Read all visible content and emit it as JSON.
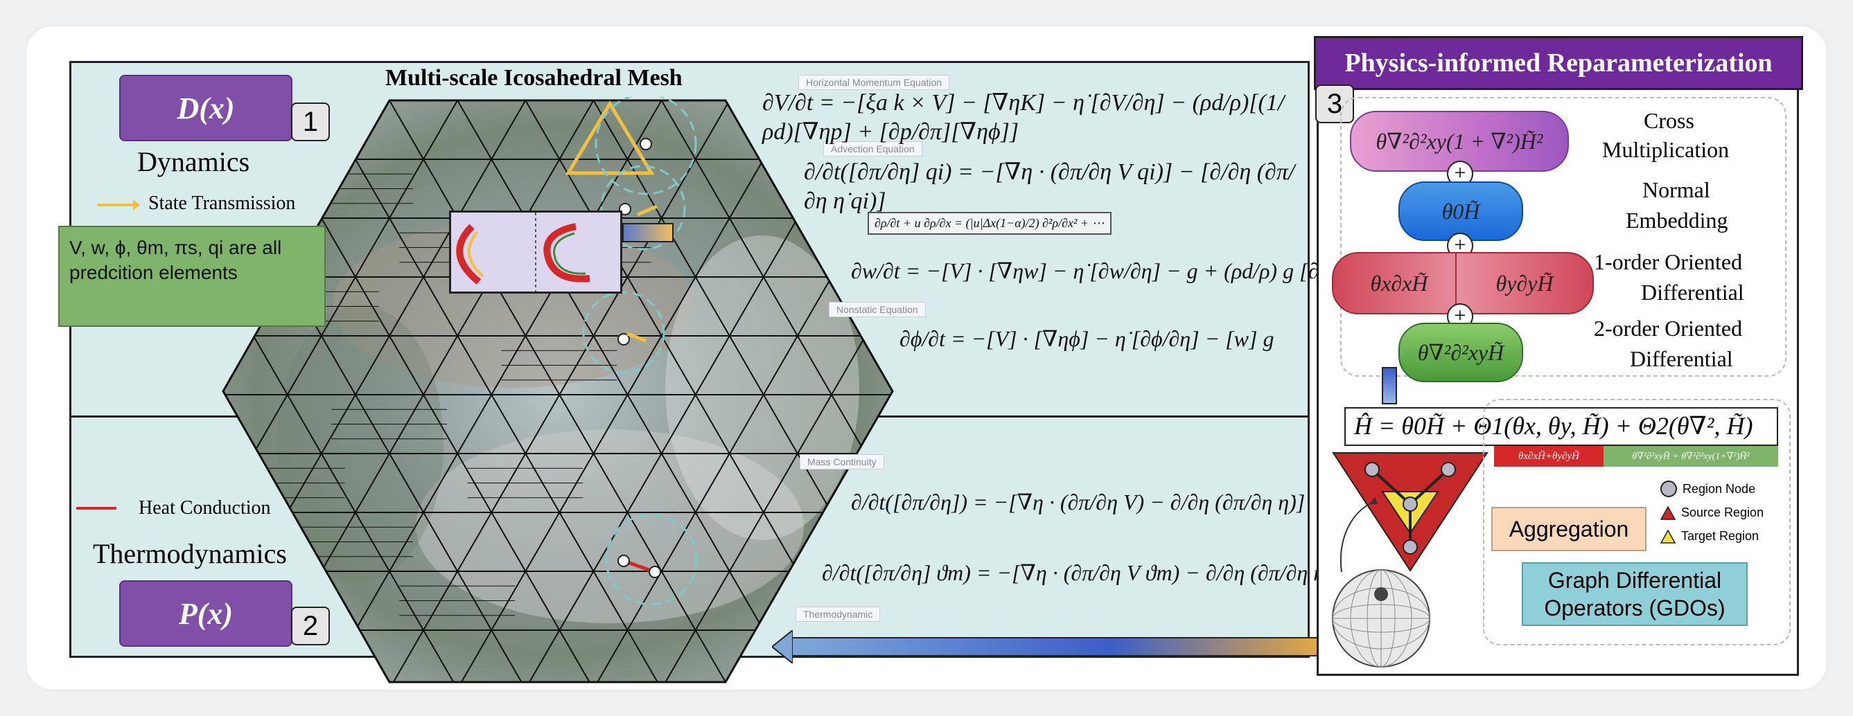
{
  "left_panel": {
    "dynamics_box": "D(x)",
    "dynamics_num": "1",
    "dynamics_label": "Dynamics",
    "state_transmission": "State Transmission",
    "prediction_note": "V, w, ϕ, θm, πs, qi are all predcition elements",
    "thermo_box": "P(x)",
    "thermo_num": "2",
    "thermo_label": "Thermodynamics",
    "heat_conduction": "Heat Conduction"
  },
  "mesh": {
    "title": "Multi-scale Icosahedral Mesh"
  },
  "equations": {
    "tag_horizontal": "Horizontal Momentum Equation",
    "tag_advection": "Advection Equation",
    "tag_nonstatic": "Nonstatic Equation",
    "tag_mass": "Mass Continuity",
    "tag_thermo": "Thermodynamic",
    "eq1": "∂V/∂t = −[ξa k × V] − [∇ηK] − η̇ [∂V/∂η] − (ρd/ρ)[(1/ρd)[∇ηp] + [∂p/∂π][∇ηϕ]]",
    "eq2": "∂/∂t([∂π/∂η] qi) = −[∇η · (∂π/∂η V qi)] − [∂/∂η (∂π/∂η η̇ qi)]",
    "eq2_sub": "∂ρ/∂t + u ∂ρ/∂x = (|u|Δx(1−α)/2) ∂²ρ/∂x² + ⋯",
    "eq3": "∂w/∂t = −[V] · [∇ηw] − η̇ [∂w/∂η] − g + (ρd/ρ) g [∂p/∂π]",
    "eq4": "∂ϕ/∂t = −[V] · [∇ηϕ] − η̇ [∂ϕ/∂η] − [w] g",
    "eq5": "∂/∂t([∂π/∂η]) = −[∇η · (∂π/∂η V) − ∂/∂η (∂π/∂η η̇)]",
    "eq6": "∂/∂t([∂π/∂η] ϑm) = −[∇η · (∂π/∂η V ϑm) − ∂/∂η (∂π/∂η η̇ ϑm)] + Fϑm"
  },
  "right_panel": {
    "title": "Physics-informed Reparameterization",
    "num": "3",
    "pill1": "θ∇²∂²xy(1 + ∇²)H̃²",
    "row1_label_a": "Cross",
    "row1_label_b": "Multiplication",
    "pill2": "θ0H̃",
    "row2_label_a": "Normal",
    "row2_label_b": "Embedding",
    "pill3a": "θx∂xH̃",
    "pill3b": "θy∂yH̃",
    "row3_label_a": "1-order Oriented",
    "row3_label_b": "Differential",
    "pill4": "θ∇²∂²xyH̃",
    "row4_label_a": "2-order Oriented",
    "row4_label_b": "Differential",
    "formula": "Ĥ = θ0H̃ + Θ1(θx, θy, H̃) + Θ2(θ∇², H̃)",
    "formula_sub1": "θx∂xH̃+θy∂yH̃",
    "formula_sub2": "θ∇²∂²xyH̃ + θ∇²∂²xy(1+∇²)H̃²",
    "aggregation": "Aggregation",
    "legend_region": "Region Node",
    "legend_source": "Source Region",
    "legend_target": "Target Region",
    "gdo_a": "Graph Differential",
    "gdo_b": "Operators (GDOs)"
  },
  "colors": {
    "purple": "#8050a8",
    "panel_bg": "#d8ecec",
    "green_box": "#7fb56a",
    "red_box": "#d62828",
    "blue_box": "#3a5fc8",
    "aggregation_bg": "#f8d8b8",
    "gdo_bg": "#8fd0d8"
  }
}
